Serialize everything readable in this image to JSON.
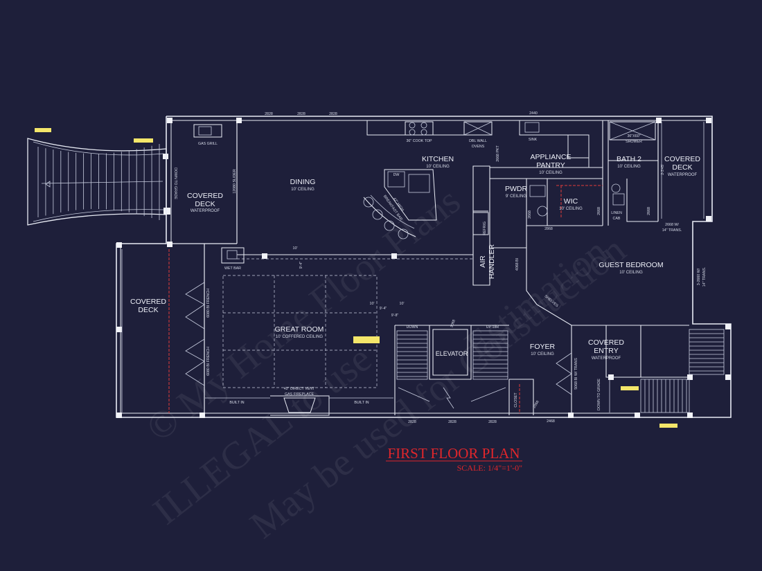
{
  "plan": {
    "title": "FIRST FLOOR PLAN",
    "scale": "SCALE: 1/4\"=1'-0\"",
    "watermark_1": "© My Home Floor Plans",
    "watermark_2": "ILLEGAL to use",
    "watermark_3": "May be used for Construction",
    "watermark_4": "Estimation",
    "colors": {
      "background": "#1e1f3a",
      "lines": "#e9ecf5",
      "accent": "#e0262b",
      "tag": "#f4e66a"
    }
  },
  "rooms": {
    "dining": {
      "name": "DINING",
      "note": "10' CEILING"
    },
    "kitchen": {
      "name": "KITCHEN",
      "note": "10' CEILING"
    },
    "appliance_pantry_1": "APPLIANCE",
    "appliance_pantry_2": "PANTRY",
    "appliance_pantry_note": "10' CEILING",
    "bath2": {
      "name": "BATH 2",
      "note": "10' CEILING"
    },
    "covered_deck_ne_1": "COVERED",
    "covered_deck_ne_2": "DECK",
    "covered_deck_ne_note": "WATERPROOF",
    "covered_deck_nw_1": "COVERED",
    "covered_deck_nw_2": "DECK",
    "covered_deck_nw_note": "WATERPROOF",
    "covered_deck_w_1": "COVERED",
    "covered_deck_w_2": "DECK",
    "pwdr": {
      "name": "PWDR",
      "note": "9' CEILING"
    },
    "wic": {
      "name": "WIC",
      "note": "10' CEILING"
    },
    "guest_bedroom": {
      "name": "GUEST BEDROOM",
      "note": "10' CEILING"
    },
    "great_room": {
      "name": "GREAT ROOM",
      "note": "10' COFFERED CEILING"
    },
    "elevator": {
      "name": "ELEVATOR"
    },
    "foyer": {
      "name": "FOYER",
      "note": "10' CEILING"
    },
    "covered_entry_1": "COVERED",
    "covered_entry_2": "ENTRY",
    "covered_entry_note": "WATERPROOF",
    "air_handler_1": "AIR",
    "air_handler_2": "HANDLER"
  },
  "notes": {
    "gas_grill": "GAS GRILL",
    "cook_top": "36\" COOK TOP",
    "dbl_wall_ovens": "DBL WALL",
    "ovens": "OVENS",
    "sink": "SINK",
    "shower": "36\"X60\"",
    "shower_2": "SHOWER",
    "linen_1": "LINEN",
    "linen_2": "CAB",
    "refrig": "REFRIG",
    "dw": "DW",
    "bar_1": "42\" HIGH",
    "bar_2": "BREAKFAST BAR",
    "wet_bar": "WET BAR",
    "built_in_left": "BUILT IN",
    "built_in_right": "BUILT IN",
    "fireplace_1": "42\" DIRECT VENT",
    "fireplace_2": "GAS FIREPLACE",
    "down_left": "DOWN",
    "up_right": "UP 18R",
    "closet": "CLOSET",
    "shelves": "SHELVES",
    "slider": "12080 SLIDER",
    "down_to_grade_w": "DOWN TO GRADE",
    "down_to_grade_e": "DOWN TO GRADE",
    "french_1": "6080 BI FRENCH",
    "french_2": "6080 BI FRENCH",
    "foyer_door": "5068 BI W/ TRANS",
    "guest_door_1": "2668 W/",
    "guest_door_2": "14\" TRANS.",
    "guest_win_1": "3-2660 W/",
    "guest_win_2": "14\" TRANS.",
    "ah_door": "4068 BI",
    "dim_10a": "10'",
    "dim_10b": "10'",
    "dim_10c": "10'",
    "dim_94a": "9'-4\"",
    "dim_94b": "9'-4\"",
    "dim_98": "9'-8\""
  },
  "dimensions": {
    "top_1": "2828",
    "top_2": "2828",
    "top_3": "2828",
    "top_4": "2440",
    "bottom_1": "2828",
    "bottom_2": "2828",
    "bottom_3": "2828",
    "bottom_4": "2468",
    "pwdr_door": "2668",
    "wic_door": "2868",
    "wic_side": "2668",
    "bath_door": "2668",
    "pantry_door": "2668 PKT",
    "elev_door": "3068",
    "closet_door": "2068",
    "deck_door": "2-3'45'"
  }
}
